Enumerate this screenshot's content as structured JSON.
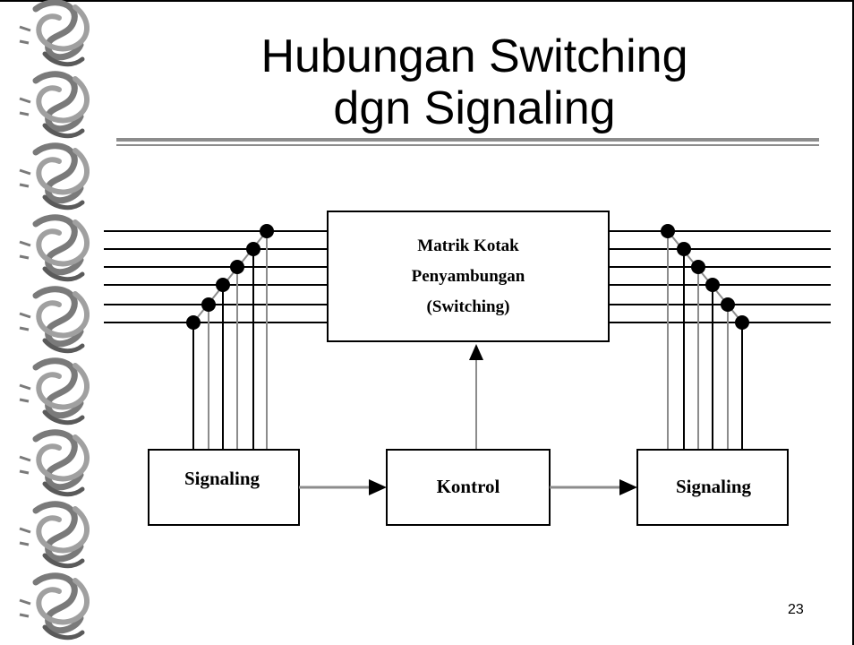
{
  "slide": {
    "title_line1": "Hubungan Switching",
    "title_line2": "dgn Signaling",
    "page_number": "23"
  },
  "diagram": {
    "switch_matrix": {
      "line1": "Matrik Kotak",
      "line2": "Penyambungan",
      "line3": "(Switching)"
    },
    "signaling_left": "Signaling",
    "control": "Kontrol",
    "signaling_right": "Signaling"
  },
  "colors": {
    "line": "#000000",
    "gray_line": "#8c8c8c",
    "border_ornament": "#7a7a7a"
  },
  "icons": [
    "celtic-knot-border-icon",
    "arrow-head-icon",
    "junction-dot-icon"
  ]
}
